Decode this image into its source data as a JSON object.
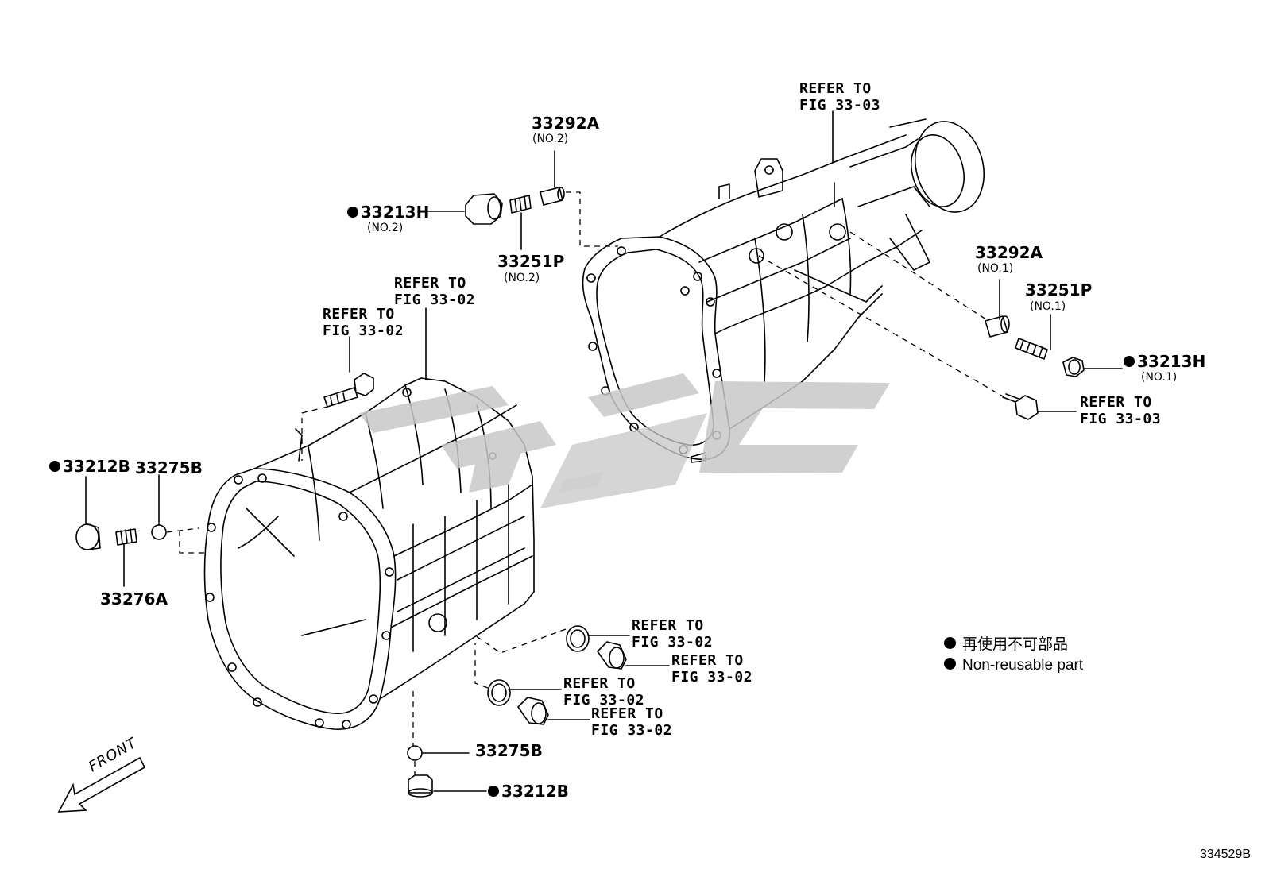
{
  "labels": {
    "p33292A_no2": "33292A",
    "p33292A_no2_sub": "(NO.2)",
    "p33213H_no2": "33213H",
    "p33213H_no2_sub": "(NO.2)",
    "p33251P_no2": "33251P",
    "p33251P_no2_sub": "(NO.2)",
    "refer_top_1": "REFER TO",
    "refer_top_2": "FIG 33-03",
    "refer_a_1": "REFER TO",
    "refer_a_2": "FIG 33-02",
    "refer_b_1": "REFER TO",
    "refer_b_2": "FIG 33-02",
    "p33292A_no1": "33292A",
    "p33292A_no1_sub": "(NO.1)",
    "p33251P_no1": "33251P",
    "p33251P_no1_sub": "(NO.1)",
    "p33213H_no1": "33213H",
    "p33213H_no1_sub": "(NO.1)",
    "refer_c_1": "REFER TO",
    "refer_c_2": "FIG 33-03",
    "p33212B_left": "33212B",
    "p33275B_left": "33275B",
    "p33276A": "33276A",
    "refer_d_1": "REFER TO",
    "refer_d_2": "FIG 33-02",
    "refer_e_1": "REFER TO",
    "refer_e_2": "FIG 33-02",
    "refer_f_1": "REFER TO",
    "refer_f_2": "FIG 33-02",
    "refer_g_1": "REFER TO",
    "refer_g_2": "FIG 33-02",
    "p33275B_bottom": "33275B",
    "p33212B_bottom": "33212B",
    "front": "FRONT"
  },
  "legend": {
    "jp": "再使用不可部品",
    "en": "Non-reusable part"
  },
  "diagram_code": "334529B"
}
